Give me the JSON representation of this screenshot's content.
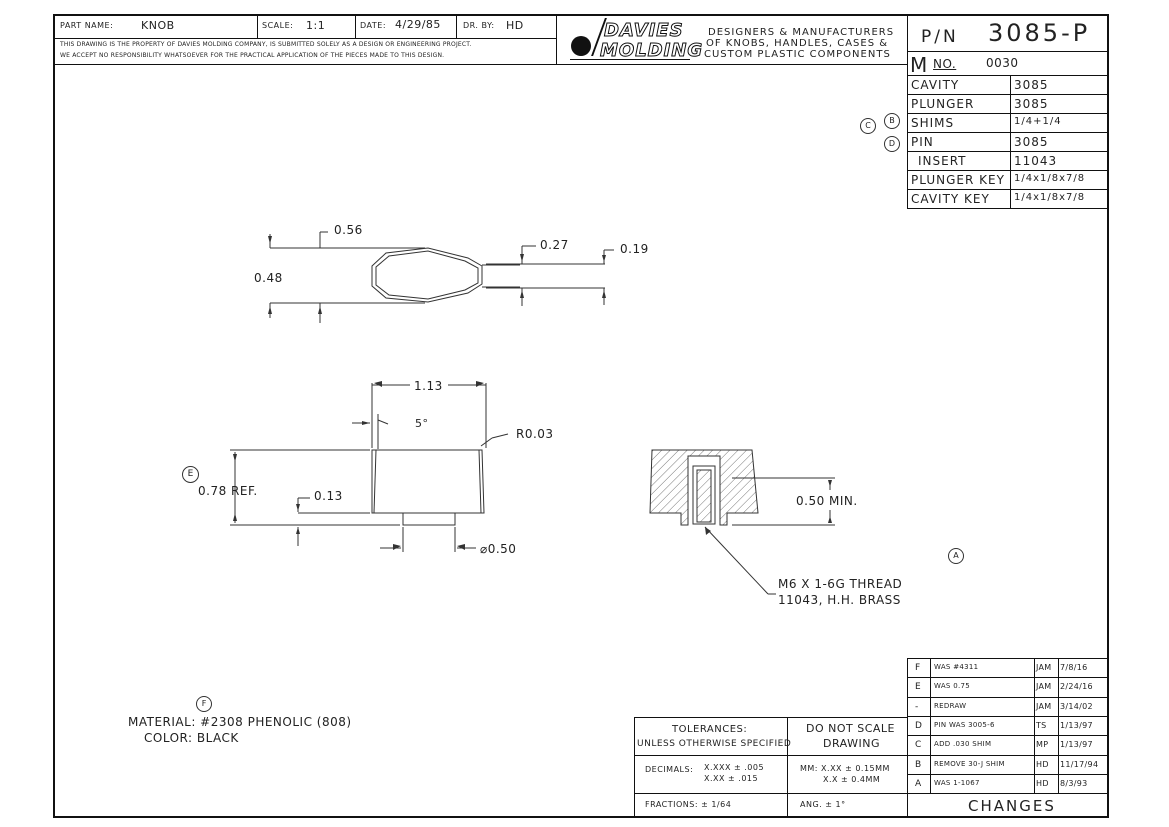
{
  "title_block": {
    "part_name_label": "PART NAME:",
    "part_name": "KNOB",
    "scale_label": "SCALE:",
    "scale": "1:1",
    "date_label": "DATE:",
    "date": "4/29/85",
    "dr_by_label": "DR. BY:",
    "dr_by": "HD",
    "notice_line1": "THIS DRAWING IS THE PROPERTY OF DAVIES MOLDING COMPANY, IS SUBMITTED SOLELY AS A DESIGN OR ENGINEERING PROJECT.",
    "notice_line2": "WE ACCEPT NO RESPONSIBILITY WHATSOEVER FOR THE PRACTICAL APPLICATION OF THE PIECES MADE TO THIS DESIGN.",
    "logo_line1": "DAVIES",
    "logo_line2": "MOLDING",
    "tagline1": "DESIGNERS & MANUFACTURERS",
    "tagline2": "OF KNOBS, HANDLES, CASES &",
    "tagline3": "CUSTOM PLASTIC COMPONENTS",
    "pn_label": "P/N",
    "pn": "3085-P",
    "m_label": "M",
    "no_label": "NO.",
    "m_no": "0030"
  },
  "tooling": [
    {
      "label": "CAVITY",
      "value": "3085"
    },
    {
      "label": "PLUNGER",
      "value": "3085"
    },
    {
      "label": "SHIMS",
      "value": "1/4+1/4"
    },
    {
      "label": "PIN",
      "value": "3085"
    },
    {
      "label": "INSERT",
      "value": "11043"
    },
    {
      "label": "PLUNGER KEY",
      "value": "1/4x1/8x7/8"
    },
    {
      "label": "CAVITY KEY",
      "value": "1/4x1/8x7/8"
    }
  ],
  "callouts": {
    "c": "C",
    "b": "B",
    "d": "D",
    "e": "E",
    "a": "A",
    "f": "F"
  },
  "dims": {
    "d056": "0.56",
    "d027": "0.27",
    "d019": "0.19",
    "d048": "0.48",
    "d113": "1.13",
    "d5deg": "5°",
    "dr003": "R0.03",
    "d078": "0.78 REF.",
    "d013": "0.13",
    "d050": "⌀0.50",
    "d050min": "0.50 MIN."
  },
  "thread_note": {
    "line1": "M6 X 1-6G THREAD",
    "line2": "11043, H.H. BRASS"
  },
  "material": {
    "line1": "MATERIAL: #2308 PHENOLIC (808)",
    "line2": "COLOR: BLACK"
  },
  "tolerances": {
    "title1": "TOLERANCES:",
    "title2": "UNLESS OTHERWISE SPECIFIED",
    "no_scale1": "DO NOT SCALE",
    "no_scale2": "DRAWING",
    "dec_label": "DECIMALS:",
    "dec1": "X.XXX ± .005",
    "dec2": "X.XX ± .015",
    "mm1": "MM: X.XX ± 0.15MM",
    "mm2": "X.X ± 0.4MM",
    "fractions": "FRACTIONS: ± 1/64",
    "angle": "ANG. ± 1°"
  },
  "changes_title": "CHANGES",
  "changes": [
    {
      "rev": "F",
      "desc": "WAS #4311",
      "by": "JAM",
      "date": "7/8/16"
    },
    {
      "rev": "E",
      "desc": "WAS 0.75",
      "by": "JAM",
      "date": "2/24/16"
    },
    {
      "rev": "-",
      "desc": "REDRAW",
      "by": "JAM",
      "date": "3/14/02"
    },
    {
      "rev": "D",
      "desc": "PIN WAS 3005-6",
      "by": "TS",
      "date": "1/13/97"
    },
    {
      "rev": "C",
      "desc": "ADD .030 SHIM",
      "by": "MP",
      "date": "1/13/97"
    },
    {
      "rev": "B",
      "desc": "REMOVE 30-J SHIM",
      "by": "HD",
      "date": "11/17/94"
    },
    {
      "rev": "A",
      "desc": "WAS 1-1067",
      "by": "HD",
      "date": "8/3/93"
    }
  ]
}
